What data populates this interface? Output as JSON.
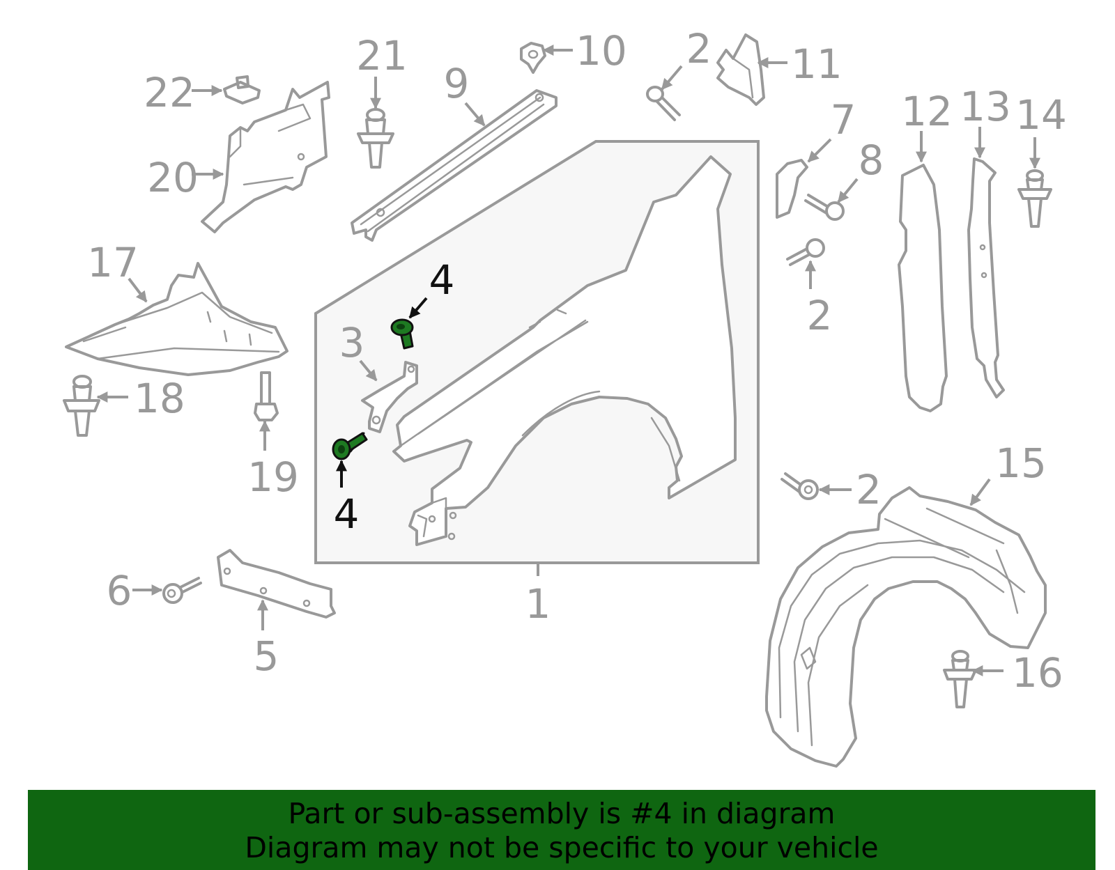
{
  "callouts": {
    "c1": "1",
    "c2a": "2",
    "c2b": "2",
    "c2c": "2",
    "c3": "3",
    "c4a": "4",
    "c4b": "4",
    "c5": "5",
    "c6": "6",
    "c7": "7",
    "c8": "8",
    "c9": "9",
    "c10": "10",
    "c11": "11",
    "c12": "12",
    "c13": "13",
    "c14": "14",
    "c15": "15",
    "c16": "16",
    "c17": "17",
    "c18": "18",
    "c19": "19",
    "c20": "20",
    "c21": "21",
    "c22": "22"
  },
  "banner": {
    "line1": "Part or sub-assembly is #4 in diagram",
    "line2": "Diagram may not be specific to your vehicle"
  },
  "colors": {
    "banner_bg": "#0f6611",
    "highlight_part": "#1e7a22",
    "part_line": "#999999",
    "panel_bg": "#f7f7f7"
  },
  "highlighted_part": "4"
}
